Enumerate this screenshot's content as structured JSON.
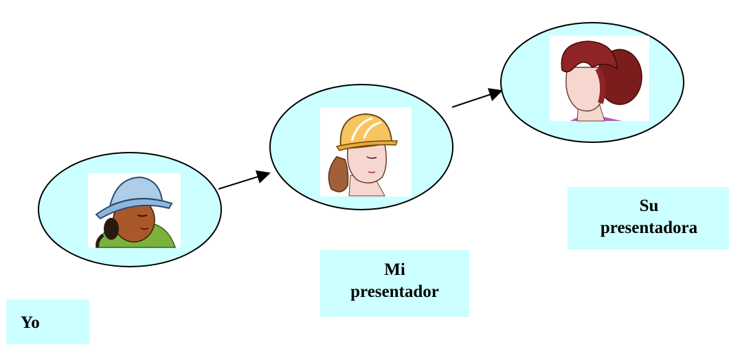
{
  "diagram": {
    "background": "#ffffff",
    "ellipse_fill": "#ccffff",
    "ellipse_stroke": "#000000",
    "label_box_fill": "#ccffff",
    "nodes": [
      {
        "id": "yo",
        "icon": "person-sun-hat-icon",
        "label_lines": [
          "Yo"
        ]
      },
      {
        "id": "mi-presentador",
        "icon": "person-hard-hat-icon",
        "label_lines": [
          "Mi",
          "presentador"
        ]
      },
      {
        "id": "su-presentadora",
        "icon": "woman-red-hair-icon",
        "label_lines": [
          "Su",
          "presentadora"
        ]
      }
    ],
    "edges": [
      {
        "from": "yo",
        "to": "mi-presentador"
      },
      {
        "from": "mi-presentador",
        "to": "su-presentadora"
      }
    ]
  }
}
